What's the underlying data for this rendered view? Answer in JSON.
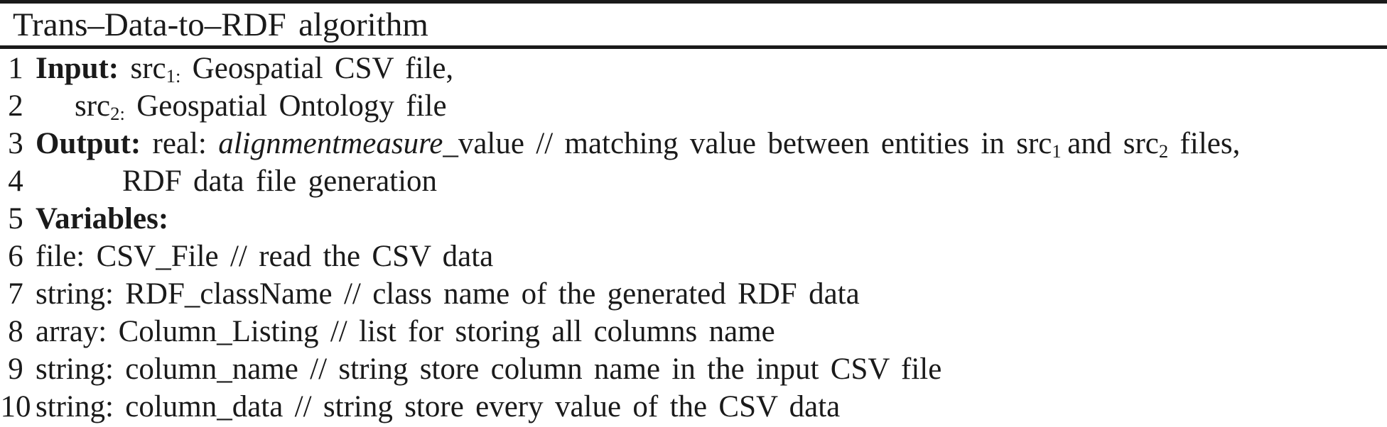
{
  "colors": {
    "text": "#1a1a1a",
    "background": "#ffffff",
    "rule": "#1a1a1a"
  },
  "header": {
    "title": "Trans–Data-to–RDF algorithm"
  },
  "lines": [
    {
      "num": "1",
      "indent": 0,
      "segments": [
        {
          "style": "bold",
          "text": "Input:"
        },
        {
          "style": "normal",
          "text": " src"
        },
        {
          "style": "sub",
          "text": "1:"
        },
        {
          "style": "normal",
          "text": " Geospatial CSV file,"
        }
      ]
    },
    {
      "num": "2",
      "indent": 1,
      "segments": [
        {
          "style": "normal",
          "text": "src"
        },
        {
          "style": "sub",
          "text": "2:"
        },
        {
          "style": "normal",
          "text": " Geospatial Ontology file"
        }
      ]
    },
    {
      "num": "3",
      "indent": 0,
      "segments": [
        {
          "style": "bold",
          "text": "Output:"
        },
        {
          "style": "normal",
          "text": " real: "
        },
        {
          "style": "italic",
          "text": "alignmentmeasure"
        },
        {
          "style": "normal",
          "text": "_value // matching value between entities in src"
        },
        {
          "style": "sub",
          "text": "1"
        },
        {
          "style": "normal",
          "text": " and src"
        },
        {
          "style": "sub",
          "text": "2"
        },
        {
          "style": "normal",
          "text": " files,"
        }
      ]
    },
    {
      "num": "4",
      "indent": 2,
      "segments": [
        {
          "style": "normal",
          "text": "RDF data file generation"
        }
      ]
    },
    {
      "num": "5",
      "indent": 0,
      "segments": [
        {
          "style": "bold",
          "text": "Variables:"
        }
      ]
    },
    {
      "num": "6",
      "indent": 0,
      "segments": [
        {
          "style": "normal",
          "text": "file: CSV_File // read the CSV data"
        }
      ]
    },
    {
      "num": "7",
      "indent": 0,
      "segments": [
        {
          "style": "normal",
          "text": "string: RDF_className // class name of the generated RDF data"
        }
      ]
    },
    {
      "num": "8",
      "indent": 0,
      "segments": [
        {
          "style": "normal",
          "text": "array: Column_Listing // list for storing all columns name"
        }
      ]
    },
    {
      "num": "9",
      "indent": 0,
      "segments": [
        {
          "style": "normal",
          "text": "string: column_name // string store column name in the input CSV file"
        }
      ]
    },
    {
      "num": "10",
      "indent": 0,
      "segments": [
        {
          "style": "normal",
          "text": "string: column_data // string store every value of the CSV data"
        }
      ]
    }
  ]
}
